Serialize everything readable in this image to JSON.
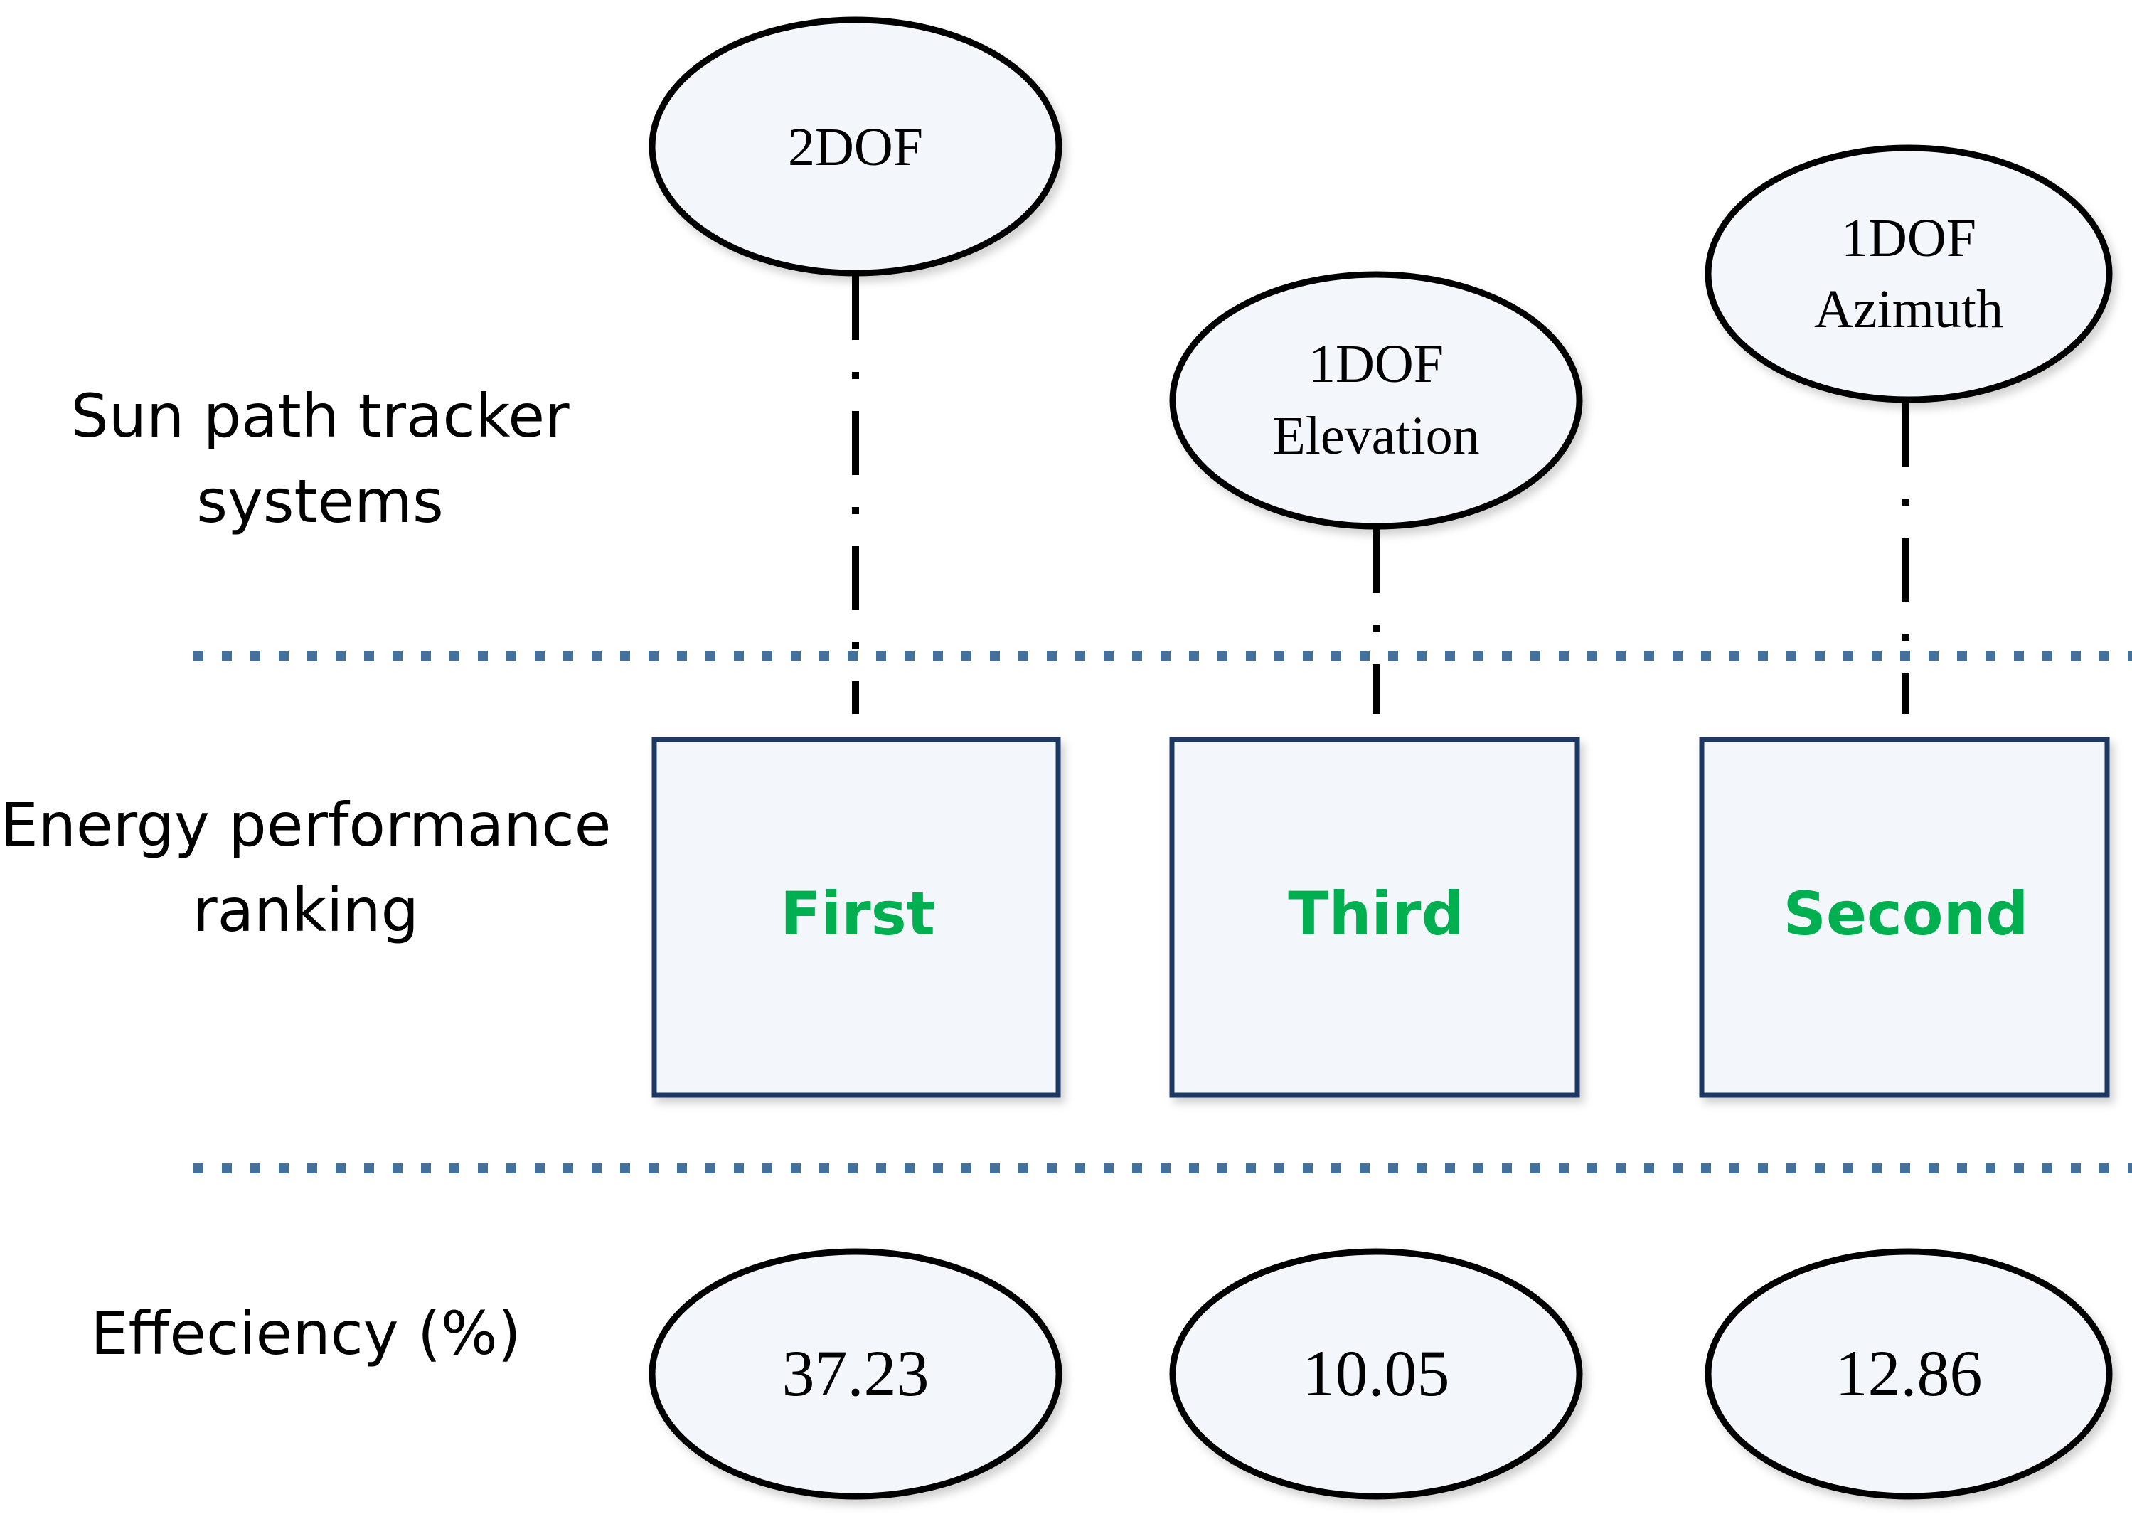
{
  "row_labels": {
    "systems": [
      "Sun path tracker",
      "systems"
    ],
    "ranking": [
      "Energy performance",
      "ranking"
    ],
    "efficiency": "Effeciency (%)"
  },
  "columns": [
    {
      "system": [
        "2DOF"
      ],
      "rank": "First",
      "efficiency": "37.23"
    },
    {
      "system": [
        "1DOF",
        "Elevation"
      ],
      "rank": "Third",
      "efficiency": "10.05"
    },
    {
      "system": [
        "1DOF",
        "Azimuth"
      ],
      "rank": "Second",
      "efficiency": "12.86"
    }
  ],
  "colors": {
    "node_fill": "#f3f7fb",
    "node_stroke": "#000000",
    "box_stroke": "#1f3864",
    "separator": "#41719c",
    "rank_text": "#00b050"
  }
}
